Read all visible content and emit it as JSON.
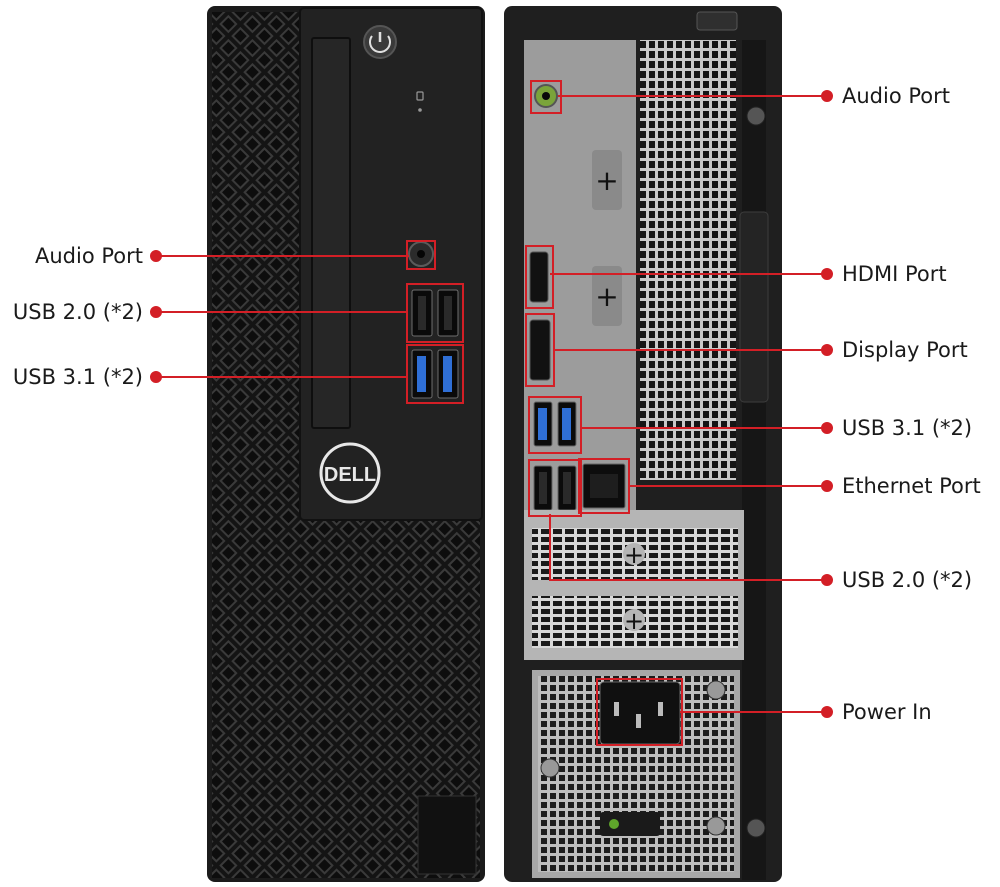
{
  "brand": {
    "logo_text": "DELL"
  },
  "colors": {
    "callout": "#d31f26",
    "chassis": "#1b1b1b",
    "panel": "#9c9c9c",
    "usb3_blue": "#2f6fd6",
    "audio_green": "#7aa43a"
  },
  "front_labels": [
    {
      "id": "front-audio",
      "text": "Audio Port"
    },
    {
      "id": "front-usb2",
      "text": "USB 2.0 (*2)"
    },
    {
      "id": "front-usb31",
      "text": "USB 3.1 (*2)"
    }
  ],
  "rear_labels": [
    {
      "id": "rear-audio",
      "text": "Audio Port"
    },
    {
      "id": "rear-hdmi",
      "text": "HDMI Port"
    },
    {
      "id": "rear-displayport",
      "text": "Display Port"
    },
    {
      "id": "rear-usb31",
      "text": "USB 3.1 (*2)"
    },
    {
      "id": "rear-ethernet",
      "text": "Ethernet Port"
    },
    {
      "id": "rear-usb2",
      "text": "USB 2.0 (*2)"
    },
    {
      "id": "rear-power",
      "text": "Power In"
    }
  ]
}
